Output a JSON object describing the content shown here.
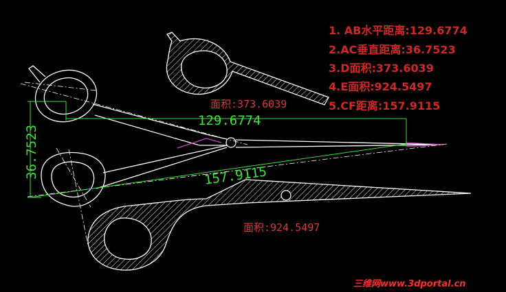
{
  "requirements": [
    "1. AB水平距离:129.6774",
    "2.AC垂直距离:36.7523",
    "3.D面积:373.6039",
    "4.E面积:924.5497",
    "5.CF距离:157.9115"
  ],
  "area_labels": {
    "d": "面积:373.6039",
    "e": "面积:924.5497"
  },
  "dimensions": {
    "horizontal": "129.6774",
    "vertical": "36.7523",
    "aligned": "157.9115"
  },
  "watermark": "三维网www.3dportal.cn",
  "colors": {
    "background": "#000000",
    "outline": "#ffffff",
    "dimension": "#3ee03e",
    "text_red": "#d43c3c",
    "hidden": "#cc44cc"
  }
}
